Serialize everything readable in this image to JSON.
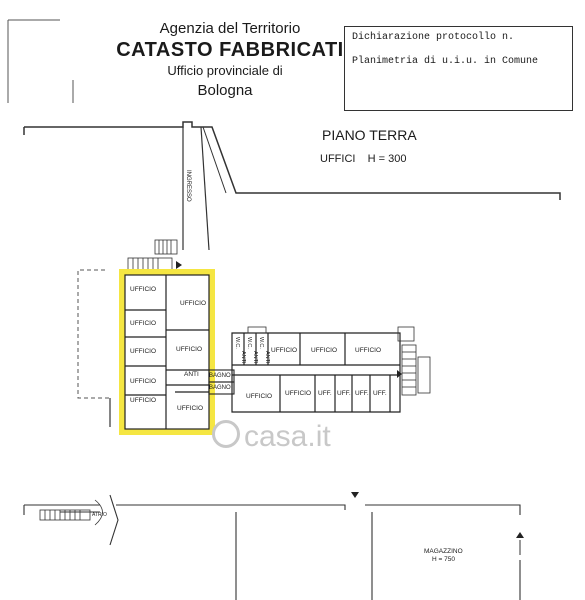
{
  "header": {
    "agency": "Agenzia del Territorio",
    "title": "CATASTO FABBRICATI",
    "office": "Ufficio provinciale di",
    "city": "Bologna",
    "declaration": "Dichiarazione protocollo n.",
    "floorplan": "Planimetria di u.i.u. in Comune"
  },
  "plan": {
    "floor": "PIANO TERRA",
    "use_height": "UFFICI    H = 300",
    "entrance": "INGRESSO",
    "left_block": {
      "rooms": [
        "UFFICIO",
        "UFFICIO",
        "UFFICIO",
        "UFFICIO",
        "UFFICIO",
        "UFFICIO",
        "UFFICIO",
        "UFFICIO"
      ],
      "anti": "ANTI",
      "bagno_1": "BAGNO",
      "bagno_2": "BAGNO"
    },
    "right_block": {
      "wc": [
        "W.C.",
        "W.C.",
        "W.C."
      ],
      "anti": [
        "ANTI",
        "ANTI",
        "ANTI"
      ],
      "top_rooms": [
        "UFFICIO",
        "UFFICIO",
        "UFFICIO"
      ],
      "bottom_rooms": [
        "UFFICIO",
        "UFFICIO",
        "UFF.",
        "UFF.",
        "UFF.",
        "UFF."
      ]
    },
    "atrio": "ATRIO",
    "magazzino": "MAGAZZINO",
    "magazzino_h": "H = 750"
  },
  "watermark": "casa.it",
  "colors": {
    "highlight": "#f5e642",
    "ink": "#1a1a1a",
    "watermark": "#c8c8c8"
  }
}
